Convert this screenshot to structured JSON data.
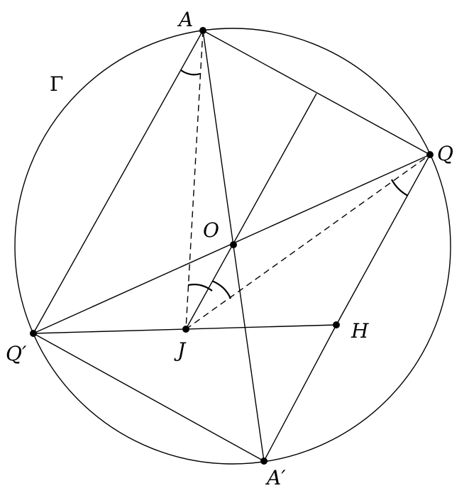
{
  "diagram": {
    "circle_label": "Γ",
    "points": {
      "A": "A",
      "Q": "Q",
      "O": "O",
      "Qp": "Q′",
      "J": "J",
      "H": "H",
      "Ap": "A′"
    },
    "colors": {
      "stroke": "#000000",
      "background": "#ffffff"
    }
  }
}
